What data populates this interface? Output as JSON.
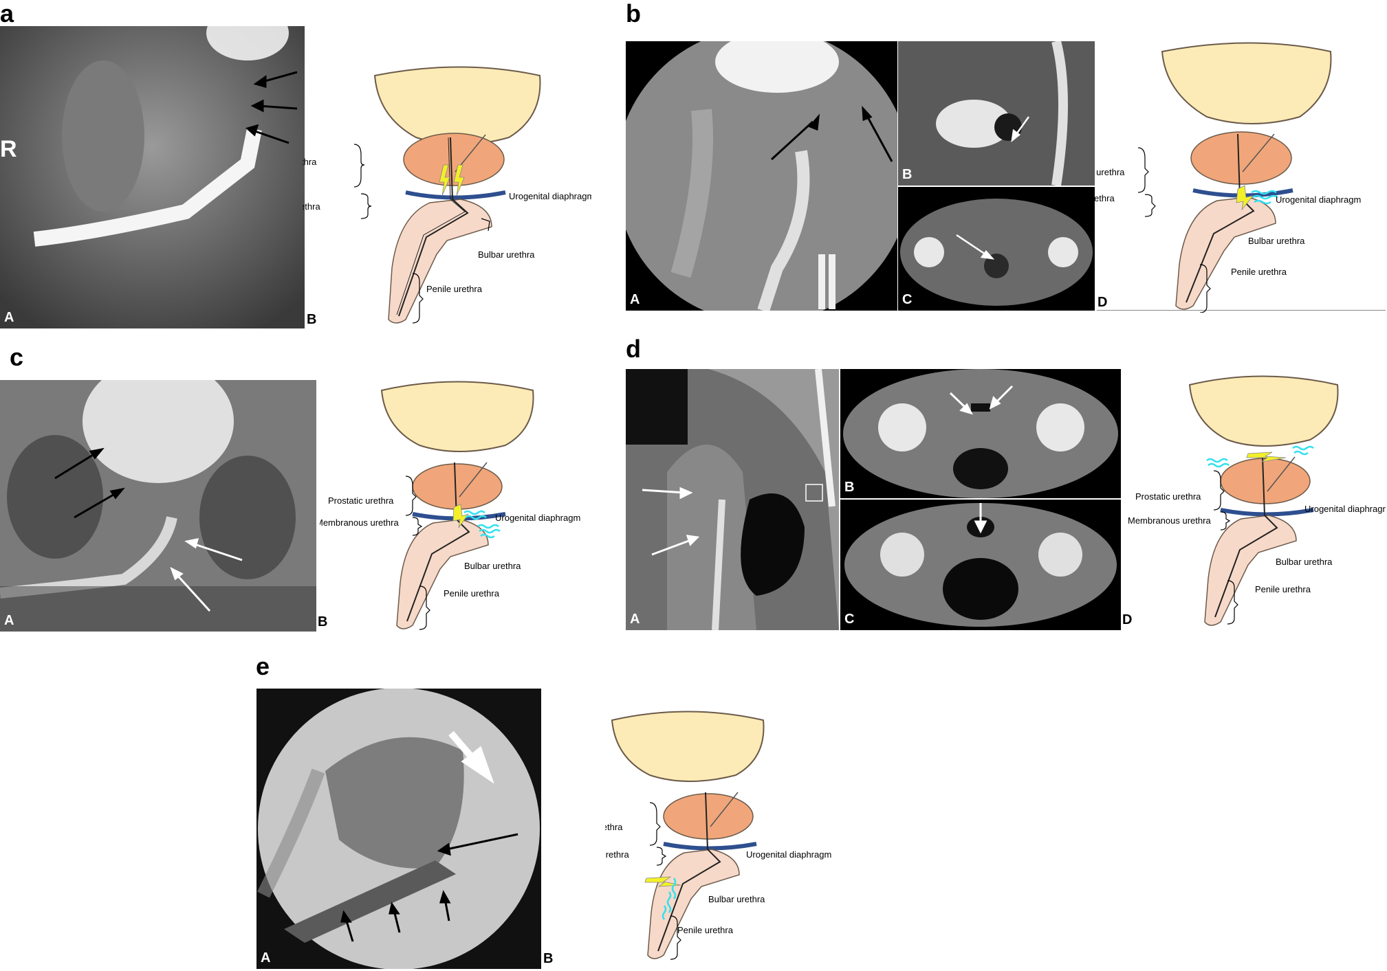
{
  "panels": {
    "a": {
      "letter": "a",
      "sub_a": "A",
      "sub_b": "B",
      "marker": "R"
    },
    "b": {
      "letter": "b",
      "sub_a": "A",
      "sub_b": "B",
      "sub_c": "C",
      "sub_d": "D"
    },
    "c": {
      "letter": "c",
      "sub_a": "A",
      "sub_b": "B"
    },
    "d": {
      "letter": "d",
      "sub_a": "A",
      "sub_b": "B",
      "sub_c": "C",
      "sub_d": "D"
    },
    "e": {
      "letter": "e",
      "sub_a": "A",
      "sub_b": "B"
    }
  },
  "labels": {
    "prostatic": "Prostatic urethra",
    "membranous": "Membranous urethra",
    "urogenital": "Urogenital diaphragm",
    "bulbar": "Bulbar urethra",
    "penile": "Penile urethra"
  },
  "colors": {
    "bladder": "#fcebb6",
    "prostate": "#f0a67a",
    "diaphragm": "#2e4f8f",
    "penis": "#f7d9c9",
    "outline": "#6b5a4a",
    "injury": "#f3f02a",
    "extravasation": "#33e0f0"
  }
}
